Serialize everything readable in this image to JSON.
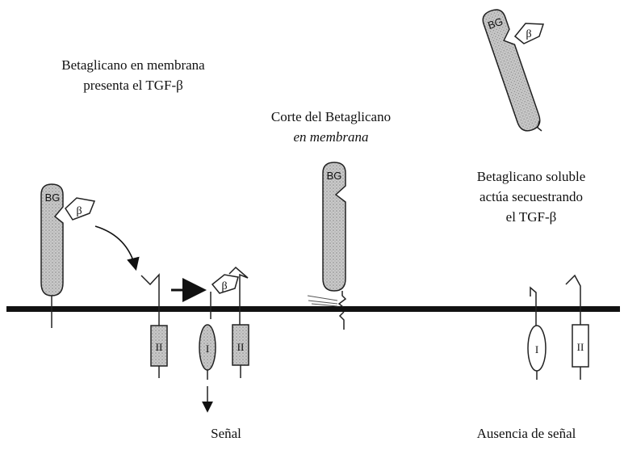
{
  "captions": {
    "presenta_line1": "Betaglicano en membrana",
    "presenta_line2": "presenta el TGF-β",
    "corte_line1": "Corte del Betaglicano",
    "corte_line2": "en membrana",
    "soluble_line1": "Betaglicano soluble",
    "soluble_line2": "actúa secuestrando",
    "soluble_line3": "el TGF-β",
    "senal": "Señal",
    "ausencia": "Ausencia de señal"
  },
  "labels": {
    "betaglycan": "BG",
    "tgf_beta": "β",
    "receptor_type_1": "I",
    "receptor_type_2": "II"
  },
  "colors": {
    "membrane": "#111111",
    "stipple": "#b8b8b8",
    "outline": "#222222"
  }
}
